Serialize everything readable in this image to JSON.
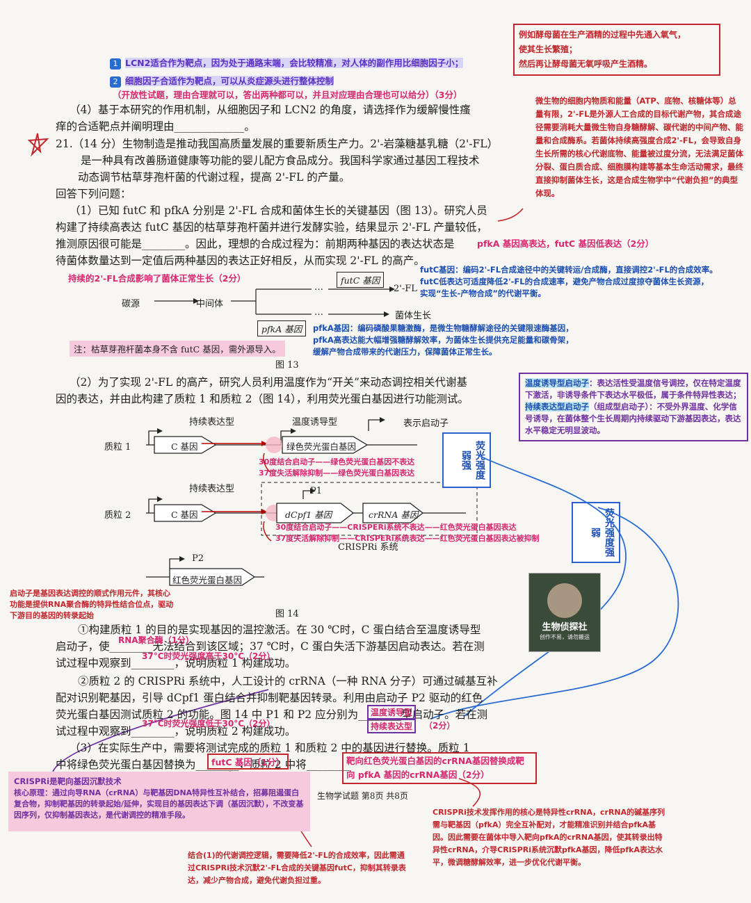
{
  "top_notes": {
    "item1": "LCN2适合作为靶点，因为处于通路末端，会比较精准，对人体的副作用比细胞因子小；",
    "item1_num": "1",
    "item2": "细胞因子合适作为靶点，可以从炎症源头进行整体控制",
    "item2_num": "2",
    "item3": "（开放性试题，理由合理就可以，答出两种都可以，并且对应理由合理也可以给分）（3分）"
  },
  "q4": {
    "line1": "（4）基于本研究的作用机制，从细胞因子和 LCN2 的角度，请选择作为缓解慢性瘙",
    "line2": "痒的合适靶点并阐明理由_____________。"
  },
  "q21": {
    "num": "21.",
    "line1": "（14 分）生物制造是推动我国高质量发展的重要新质生产力。2'-岩藻糖基乳糖（2'-FL）",
    "line2": "是一种具有改善肠道健康等功能的婴儿配方食品成分。我国科学家通过基因工程技术",
    "line3": "动态调节枯草芽孢杆菌的代谢过程，提高 2'-FL 的产量。",
    "line4": "回答下列问题：",
    "p1_line1": "（1）已知 futC 和 pfkA 分别是 2'-FL 合成和菌体生长的关键基因（图 13）。研究人员",
    "p1_line2": "构建了持续高表达 futC 基因的枯草芽孢杆菌并进行发酵实验，结果显示 2'-FL 产量较低，",
    "p1_line3": "推测原因很可能是________。因此，理想的合成过程为：前期两种基因的表达状态是",
    "p1_line4": "待菌体数量达到一定值后两种基因的表达正好相反，从而实现 2'-FL 的高产。",
    "p1_answer_a": "pfkA 基因高表达，futC 基因低表达（2分）",
    "p1_answer_b": "持续的2'-FL合成影响了菌体正常生长（2分）"
  },
  "fig13": {
    "carbon": "碳源",
    "intermediate": "中间体",
    "futC_box": "futC 基因",
    "product": "2'-FL",
    "growth": "菌体生长",
    "pfkA_box": "pfkA 基因",
    "dots1": "…",
    "dots2": "…",
    "note": "注：枯草芽孢杆菌本身不含 futC 基因，需外源导入。",
    "caption": "图 13",
    "futC_note1": "futC基因：编码2'-FL合成途径中的关键转运/合成酶，直接调控2'-FL的合成效率。",
    "futC_note2": "futC低表达可适度降低2'-FL的合成速率，避免产物合成过度掠夺菌体生长资源，",
    "futC_note3": "实现“生长-产物合成”的代谢平衡。",
    "pfkA_note1": "pfkA基因：编码磷酸果糖激酶，是微生物糖酵解途径的关键限速酶基因，",
    "pfkA_note2": "pfkA高表达能大幅增强糖酵解效率，为菌体生长提供充足能量和碳骨架，",
    "pfkA_note3": "缓解产物合成带来的代谢压力，保障菌体正常生长。"
  },
  "right_notes": {
    "yeast1": "例如酵母菌在生产酒精的过程中先通入氧气，",
    "yeast2": "使其生长繁殖；",
    "yeast3": "然后再让酵母菌无氧呼吸产生酒精。",
    "burden": "微生物的细胞内物质和能量（ATP、底物、核糖体等）总量有限，2'-FL是外源人工合成的目标代谢产物，其合成途径需要消耗大量微生物自身糖酵解、碳代谢的中间产物、能量和合成酶系。若菌体持续高强度合成2'-FL，会导致自身生长所需的核心代谢底物、能量被过度分流，无法满足菌体分裂、蛋白质合成、细胞膜构建等基本生命活动需求，最终直接抑制菌体生长，这是合成生物学中“代谢负担”的典型体现。"
  },
  "q2": {
    "line1": "（2）为了实现 2'-FL 的高产，研究人员利用温度作为“开关”来动态调控相关代谢基",
    "line2": "因的表达，并由此构建了质粒 1 和质粒 2（图 14），利用荧光蛋白基因进行功能测试。",
    "promoter_note_title1": "温度诱导型启动子",
    "promoter_note_body1": "：表达活性受温度信号调控，仅在特定温度下激活，非诱导条件下表达水平极低，属于条件特异性表达；",
    "promoter_note_title2": "持续表达型启动子",
    "promoter_note_body2": "（组成型启动子）：不受外界温度、化学信号诱导，在菌体整个生长周期内持续驱动下游基因表达，表达水平稳定无明显波动。"
  },
  "fig14": {
    "constitutive1": "持续表达型",
    "temp_inducible": "温度诱导型",
    "promoter_label": "表示启动子",
    "plasmid1": "质粒 1",
    "c_gene1": "C 基因",
    "gfp": "绿色荧光蛋白基因",
    "constitutive2": "持续表达型",
    "plasmid2": "质粒 2",
    "c_gene2": "C 基因",
    "p1": "P1",
    "dcpf1": "dCpf1 基因",
    "crrna": "crRNA 基因",
    "crispri": "CRISPRi 系统",
    "p2": "P2",
    "rfp": "红色荧光蛋白基因",
    "caption": "图 14",
    "p1_note1": "30度结合启动子——绿色荧光蛋白基因不表达",
    "p1_note2": "37度失活解除抑制——绿色荧光蛋白基因表达",
    "p2_note1": "30度结合启动子——CRISPERi系统不表达——红色荧光蛋白基因表达",
    "p2_note2": "37度失活解除抑制——CRISPERi系统表达——红色荧光蛋白基因表达被抑制",
    "stamp1": "荧光强度弱强",
    "stamp2": "荧光强度强弱"
  },
  "mascot": {
    "title": "生物侦探社",
    "sub": "创作不易，请勿搬运"
  },
  "left_note": {
    "promoter_def": "启动子是基因表达调控的顺式作用元件，其核心功能是提供RNA聚合酶的特异性结合位点，驱动下游目的基因的转录起始"
  },
  "q2_sub": {
    "s1_line1": "①构建质粒 1 的目的是实现基因的温控激活。在 30 ℃时，C 蛋白结合至温度诱导型",
    "s1_line2": "启动子，使________无法结合到该区域；37 ℃时，C 蛋白失活下游基因启动表达。若在测",
    "s1_line3": "试过程中观察到________，说明质粒 1 构建成功。",
    "ans_rna": "RNA聚合酶（1分）",
    "ans_fluor1": "37°C时荧光强度高于30°C（2分）",
    "s2_line1": "②质粒 2 的 CRISPRi 系统中，人工设计的 crRNA（一种 RNA 分子）可通过碱基互补",
    "s2_line2": "配对识别靶基因，引导 dCpf1 蛋白结合并抑制靶基因转录。利用由启动子 P2 驱动的红色",
    "s2_line3": "荧光蛋白基因测试质粒 2 的功能。图 14 中 P1 和 P2 应分别为________型启动子。若在测",
    "s2_line4": "试过程中观察到________，说明质粒 2 构建成功。",
    "ans_temp": "温度诱导型",
    "ans_const": "持续表达型",
    "ans_pts": "（2分）",
    "ans_fluor2": "37°C时荧光强度低于30°C（2分）"
  },
  "q3": {
    "line1": "（3）在实际生产中，需要将测试完成的质粒 1 和质粒 2 中的基因进行替换。质粒 1",
    "line2": "中将绿色荧光蛋白基因替换为________，质粒 2 中将________",
    "ans_futc": "futC 基因（1分）",
    "ans_crrna": "靶向红色荧光蛋白基因的crRNA基因替换成靶向 pfkA 基因的crRNA基因（2分）",
    "footer": "生物学试题  第8页  共8页"
  },
  "bottom_notes": {
    "crispri_title": "CRISPRi是靶向基因沉默技术",
    "crispri_body": "核心原理：通过向导RNA（crRNA）与靶基因DNA特异性互补结合，招募阻遏蛋白复合物，抑制靶基因的转录起始/延伸，实现目的基因表达下调（基因沉默），不改变基因序列，仅抑制基因表达，是代谢调控的精准手段。",
    "futc_logic": "结合(1)的代谢调控逻辑，需要降低2'-FL的合成效率，因此需通过CRISPRi技术沉默2'-FL合成的关键基因futC，抑制其转录表达，减少产物合成，避免代谢负担过重。",
    "crrna_logic": "CRISPRi技术发挥作用的核心是特异性crRNA，crRNA的碱基序列需与靶基因（pfkA）完全互补配对，才能精准识别并结合pfkA基因。因此需要在菌体中导入靶向pfkA的crRNA基因，使其转录出特异性crRNA，介导CRISPRi系统沉默pfkA基因，降低pfkA表达水平，微调糖酵解效率，进一步优化代谢平衡。"
  }
}
